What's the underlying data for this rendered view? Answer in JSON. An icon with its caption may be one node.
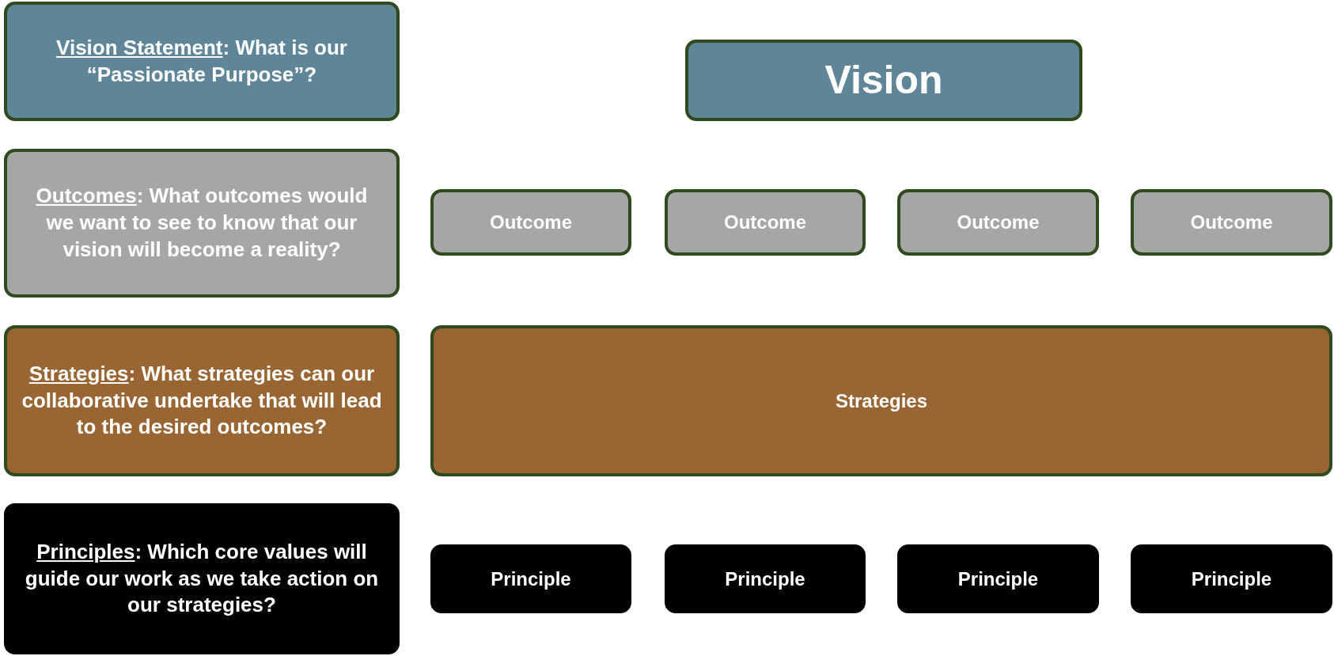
{
  "diagram": {
    "nodes": [
      {
        "text": [
          "Vision Statement: What is our “Passionate Purpose”?"
        ]
      },
      {
        "text": [
          "Vision"
        ]
      },
      {
        "text": [
          "Outcomes: What outcomes would we want to see to know that our vision will become a reality?"
        ]
      },
      {
        "text": [
          "Outcome"
        ]
      },
      {
        "text": [
          "Outcome"
        ]
      },
      {
        "text": [
          "Outcome"
        ]
      },
      {
        "text": [
          "Outcome"
        ]
      },
      {
        "text": [
          "Strategies: What strategies can our collaborative undertake that will lead to the desired outcomes?"
        ]
      },
      {
        "text": [
          "Strategies"
        ]
      },
      {
        "text": [
          "Principles: Which core values will guide our work as we take action on our strategies?"
        ]
      },
      {
        "text": [
          "Principle"
        ]
      },
      {
        "text": [
          "Principle"
        ]
      },
      {
        "text": [
          "Principle"
        ]
      },
      {
        "text": [
          "Principle"
        ]
      }
    ],
    "edges": []
  }
}
